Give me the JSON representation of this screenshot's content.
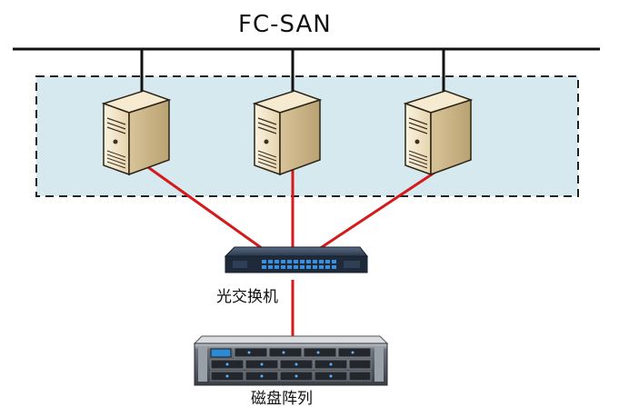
{
  "diagram": {
    "title": "FC-SAN",
    "switch_label": "光交换机",
    "storage_label": "磁盘阵列"
  },
  "colors": {
    "bus_line": "#111111",
    "fibre_link": "#d41a1a",
    "server_zone_fill": "#d6e9ef",
    "server_zone_border": "#222222",
    "server_body": "#f1e2c4",
    "switch_body": "#1e2a3a",
    "switch_port_led": "#3a8fe0",
    "array_body": "#4a4f57",
    "array_display": "#2d8bd6"
  },
  "icons": {
    "server": "server-tower-icon",
    "switch": "fibre-switch-icon",
    "storage": "disk-array-icon"
  }
}
